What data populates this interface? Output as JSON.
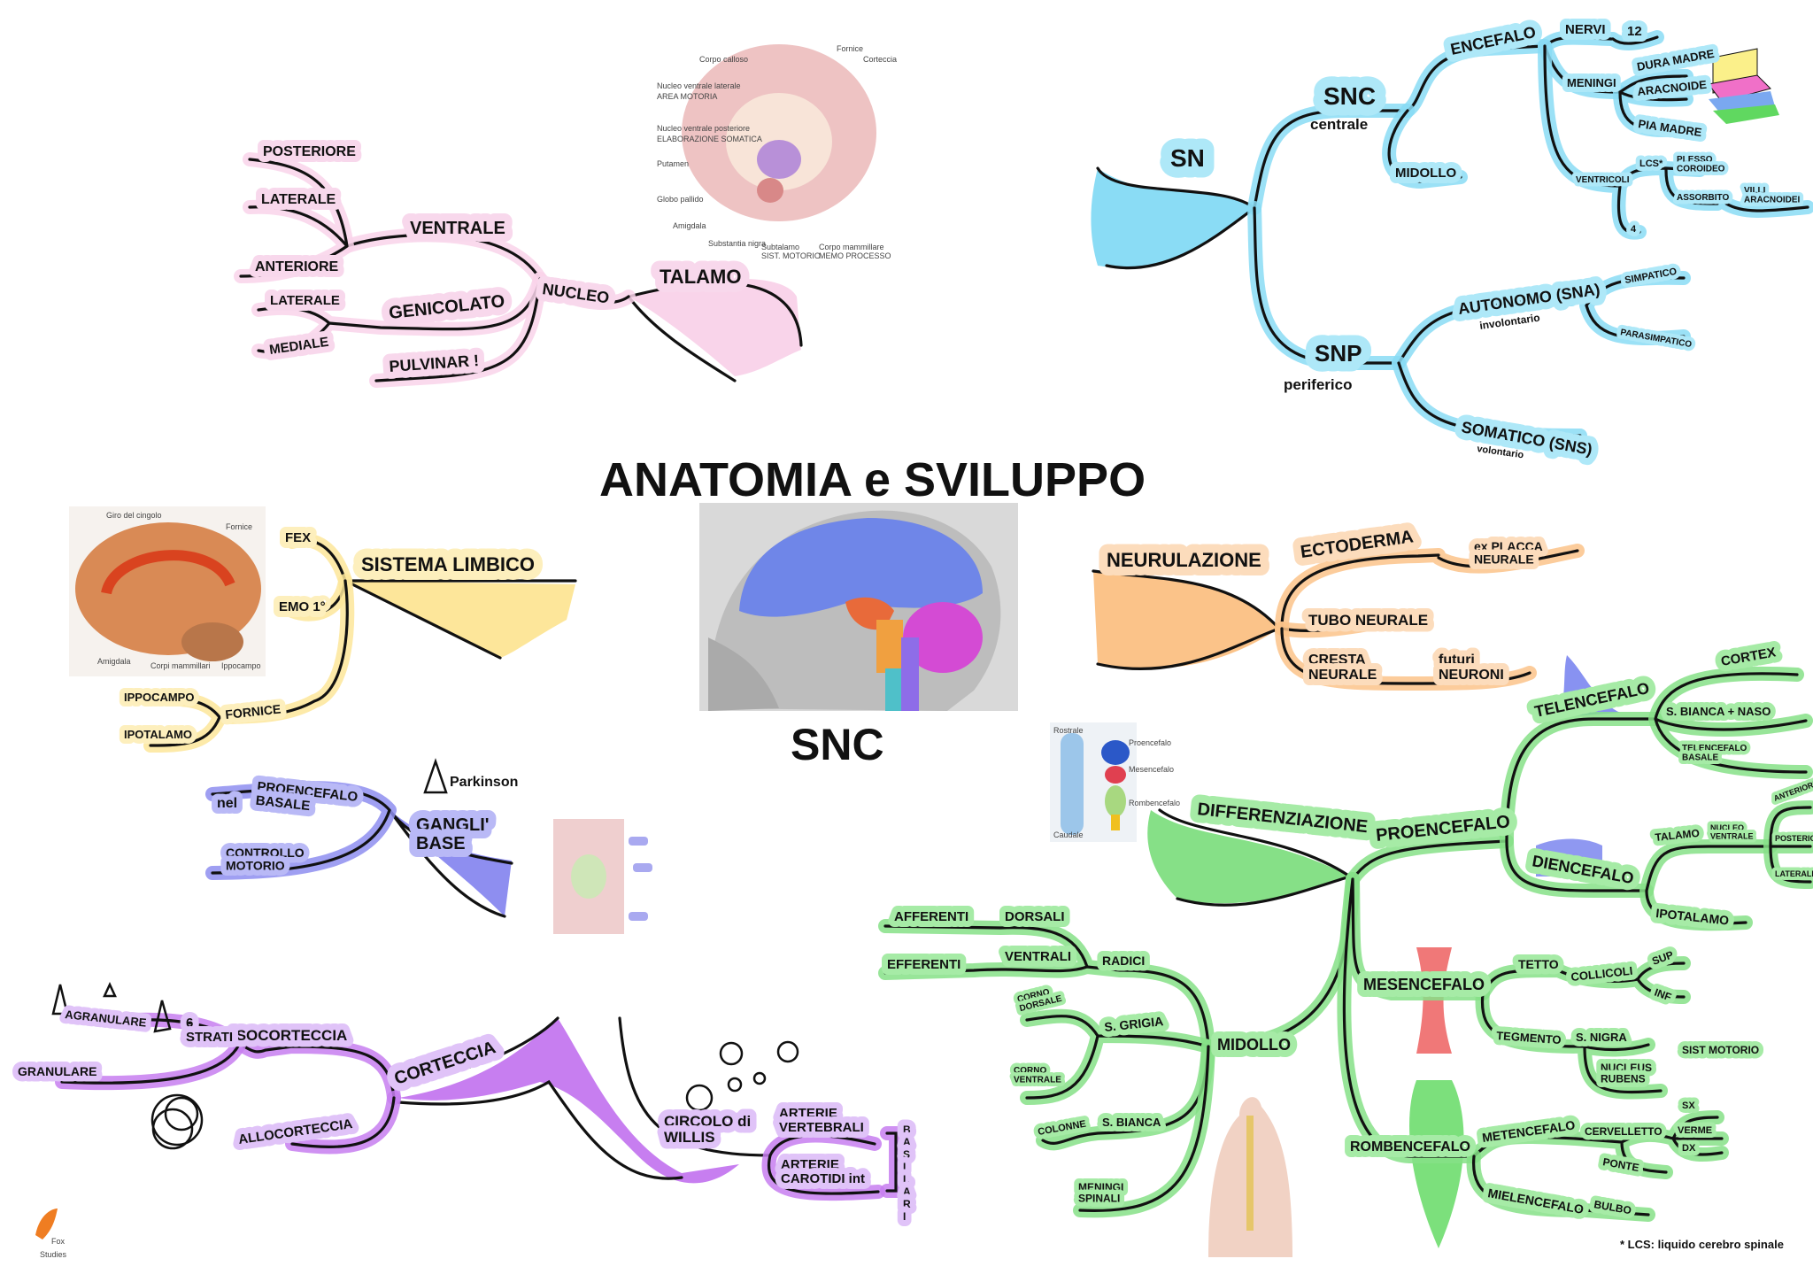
{
  "title": "ANATOMIA e SVILUPPO",
  "center": "SNC",
  "colors": {
    "blue": "#8adcf5",
    "pink": "#f9d4ea",
    "yellow": "#fde69a",
    "violet": "#8e8ef0",
    "orange": "#fbc389",
    "green": "#86e087",
    "purple": "#c77ef0"
  },
  "sn": {
    "root": "SN",
    "snc": "SNC",
    "snc_sub": "centrale",
    "encefalo": "ENCEFALO",
    "nervi": "NERVI",
    "nervi_count": "12",
    "meningi": "MENINGI",
    "dura": "DURA MADRE",
    "aracnoide": "ARACNOIDE",
    "pia": "PIA MADRE",
    "ventricoli": "VENTRICOLI",
    "lcs": "LCS*",
    "plesso": [
      "PLESSO",
      "COROIDEO"
    ],
    "assorbito": "ASSORBITO",
    "villi": [
      "VILLI",
      "ARACNOIDEI"
    ],
    "ventricoli_count": "4",
    "midollo": "MIDOLLO",
    "snp": "SNP",
    "snp_sub": "periferico",
    "autonomo": "AUTONOMO (SNA)",
    "autonomo_sub": "involontario",
    "simpatico": "SIMPATICO",
    "parasimpatico": "PARASIMPATICO",
    "somatico": "SOMATICO (SNS)",
    "somatico_sub": "volontario"
  },
  "talamo": {
    "talamo": "TALAMO",
    "nucleo": "NUCLEO",
    "ventrale": "VENTRALE",
    "posteriore": "POSTERIORE",
    "laterale": "LATERALE",
    "anteriore": "ANTERIORE",
    "genicolato": "GENICOLATO",
    "laterale2": "LATERALE",
    "mediale": "MEDIALE",
    "pulvinar": "PULVINAR !"
  },
  "limbico": {
    "title": "SISTEMA LIMBICO",
    "fex": "FEX",
    "emo": "EMO 1°",
    "fornice": "FORNICE",
    "ippocampo": "IPPOCAMPO",
    "ipotalamo": "IPOTALAMO"
  },
  "gangli": {
    "nel": "nel",
    "proencefalo": [
      "PROENCEFALO",
      "BASALE"
    ],
    "controllo": [
      "CONTROLLO",
      "MOTORIO"
    ],
    "gangli": [
      "GANGLI'",
      "BASE"
    ],
    "parkinson": "Parkinson"
  },
  "neurulazione": {
    "title": "NEURULAZIONE",
    "ectoderma": "ECTODERMA",
    "placca": [
      "ex PLACCA",
      "NEURALE"
    ],
    "tubo": "TUBO NEURALE",
    "cresta": [
      "CRESTA",
      "NEURALE"
    ],
    "futuri": [
      "futuri",
      "NEURONI"
    ]
  },
  "differenziazione": {
    "title": "DIFFERENZIAZIONE",
    "proencefalo": "PROENCEFALO",
    "telencefalo": "TELENCEFALO",
    "cortex": "CORTEX",
    "sbianca_naso": "S. BIANCA + NASO",
    "tel_basale": [
      "TELENCEFALO",
      "BASALE"
    ],
    "diencefalo": "DIENCEFALO",
    "talamo": "TALAMO",
    "nucleo_ventrale": [
      "NUCLEO",
      "VENTRALE"
    ],
    "anteriore": "ANTERIORE",
    "posteriore": "POSTERIORE",
    "laterale": "LATERALE",
    "ipotalamo": "IPOTALAMO",
    "mesencefalo": "MESENCEFALO",
    "tetto": "TETTO",
    "collicoli": "COLLICOLI",
    "sup": "SUP",
    "inf": "INF",
    "tegmento": "TEGMENTO",
    "snigra": "S. NIGRA",
    "nucleus": [
      "NUCLEUS",
      "RUBENS"
    ],
    "sist_motorio": "SIST MOTORIO",
    "rombencefalo": "ROMBENCEFALO",
    "metencefalo": "METENCEFALO",
    "cervelletto": "CERVELLETTO",
    "ponte": "PONTE",
    "sx": "SX",
    "verme": "VERME",
    "dx": "DX",
    "mielencefalo": "MIELENCEFALO",
    "bulbo": "BULBO",
    "midollo": "MIDOLLO",
    "radici": "RADICI",
    "afferenti": "AFFERENTI",
    "dorsali": "DORSALI",
    "efferenti": "EFFERENTI",
    "ventrali": "VENTRALI",
    "corno_dorsale": [
      "CORNO",
      "DORSALE"
    ],
    "sgrigia": "S. GRIGIA",
    "corno_ventrale": [
      "CORNO",
      "VENTRALE"
    ],
    "colonne": "COLONNE",
    "sbianca": "S. BIANCA",
    "meningi_spinali": [
      "MENINGI",
      "SPINALI"
    ]
  },
  "corteccia": {
    "title": "CORTECCIA",
    "isocorteccia": "ISOCORTECCIA",
    "allocorteccia": "ALLOCORTECCIA",
    "strati": [
      "6",
      "STRATI"
    ],
    "agranulare": "AGRANULARE",
    "granulare": "GRANULARE",
    "willis": [
      "CIRCOLO di",
      "WILLIS"
    ],
    "vertebrali": [
      "ARTERIE",
      "VERTEBRALI"
    ],
    "carotidi": [
      "ARTERIE",
      "CAROTIDI int"
    ],
    "basilari": "BASILARI"
  },
  "note": "* LCS: liquido cerebro spinale",
  "logo": [
    "Fox",
    "Studies"
  ],
  "images": {
    "limbic": [
      "Giro del cingolo",
      "Fornice",
      "Amigdala",
      "Corpi mammillari",
      "Ippocampo"
    ],
    "coronal": [
      "Corpo calloso",
      "Fornice",
      "Corteccia",
      "Nucleo ventrale laterale",
      "AREA MOTORIA",
      "Nucleo ventrale posteriore",
      "ELABORAZIONE SOMATICA",
      "Putamen",
      "Globo pallido",
      "Amigdala",
      "Substantia nigra",
      "Subtalamo",
      "SIST. MOTORIO",
      "Corpo mammillare",
      "MEMO PROCESSO"
    ],
    "tube": [
      "Rostrale",
      "Proencefalo",
      "Mesencefalo",
      "Rombencefalo",
      "Caudale"
    ]
  }
}
